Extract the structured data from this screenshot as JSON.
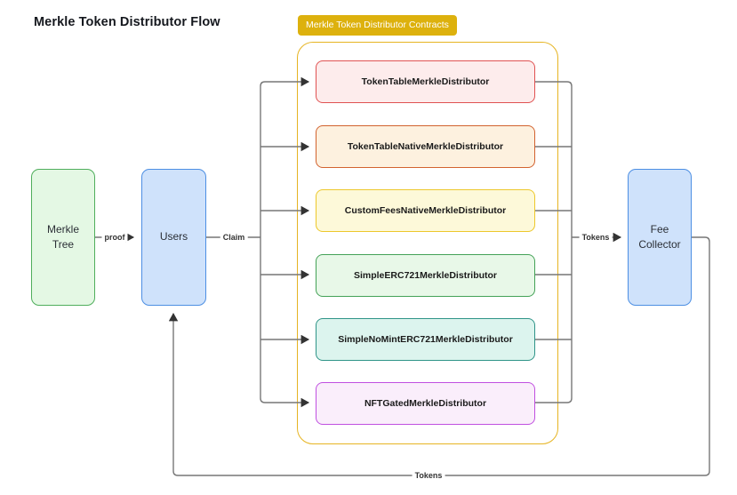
{
  "title": "Merkle Token Distributor Flow",
  "container": {
    "label": "Merkle Token Distributor Contracts",
    "label_bg": "#ddb10d",
    "border_color": "#e6b422",
    "boxes": [
      {
        "label": "TokenTableMerkleDistributor",
        "fill": "#fdecec",
        "border": "#e05252"
      },
      {
        "label": "TokenTableNativeMerkleDistributor",
        "fill": "#fdf1df",
        "border": "#d2622f"
      },
      {
        "label": "CustomFeesNativeMerkleDistributor",
        "fill": "#fdf9d9",
        "border": "#edc82c"
      },
      {
        "label": "SimpleERC721MerkleDistributor",
        "fill": "#e8f8e8",
        "border": "#44a257"
      },
      {
        "label": "SimpleNoMintERC721MerkleDistributor",
        "fill": "#dcf4ee",
        "border": "#2f9488"
      },
      {
        "label": "NFTGatedMerkleDistributor",
        "fill": "#faeefb",
        "border": "#c050e0"
      }
    ]
  },
  "nodes": {
    "merkle_tree": {
      "label": "Merkle Tree",
      "fill": "#e4f8e4",
      "border": "#4fae5c"
    },
    "users": {
      "label": "Users",
      "fill": "#cfe2fb",
      "border": "#4d8fe3"
    },
    "fee_collector": {
      "label": "Fee Collector",
      "fill": "#cfe2fb",
      "border": "#4d8fe3"
    }
  },
  "edges": {
    "proof": "proof",
    "claim": "Claim",
    "tokens_to_fee_collector": "Tokens",
    "tokens_to_users": "Tokens"
  },
  "edge_color": "#777777",
  "arrowhead_color": "#333333"
}
